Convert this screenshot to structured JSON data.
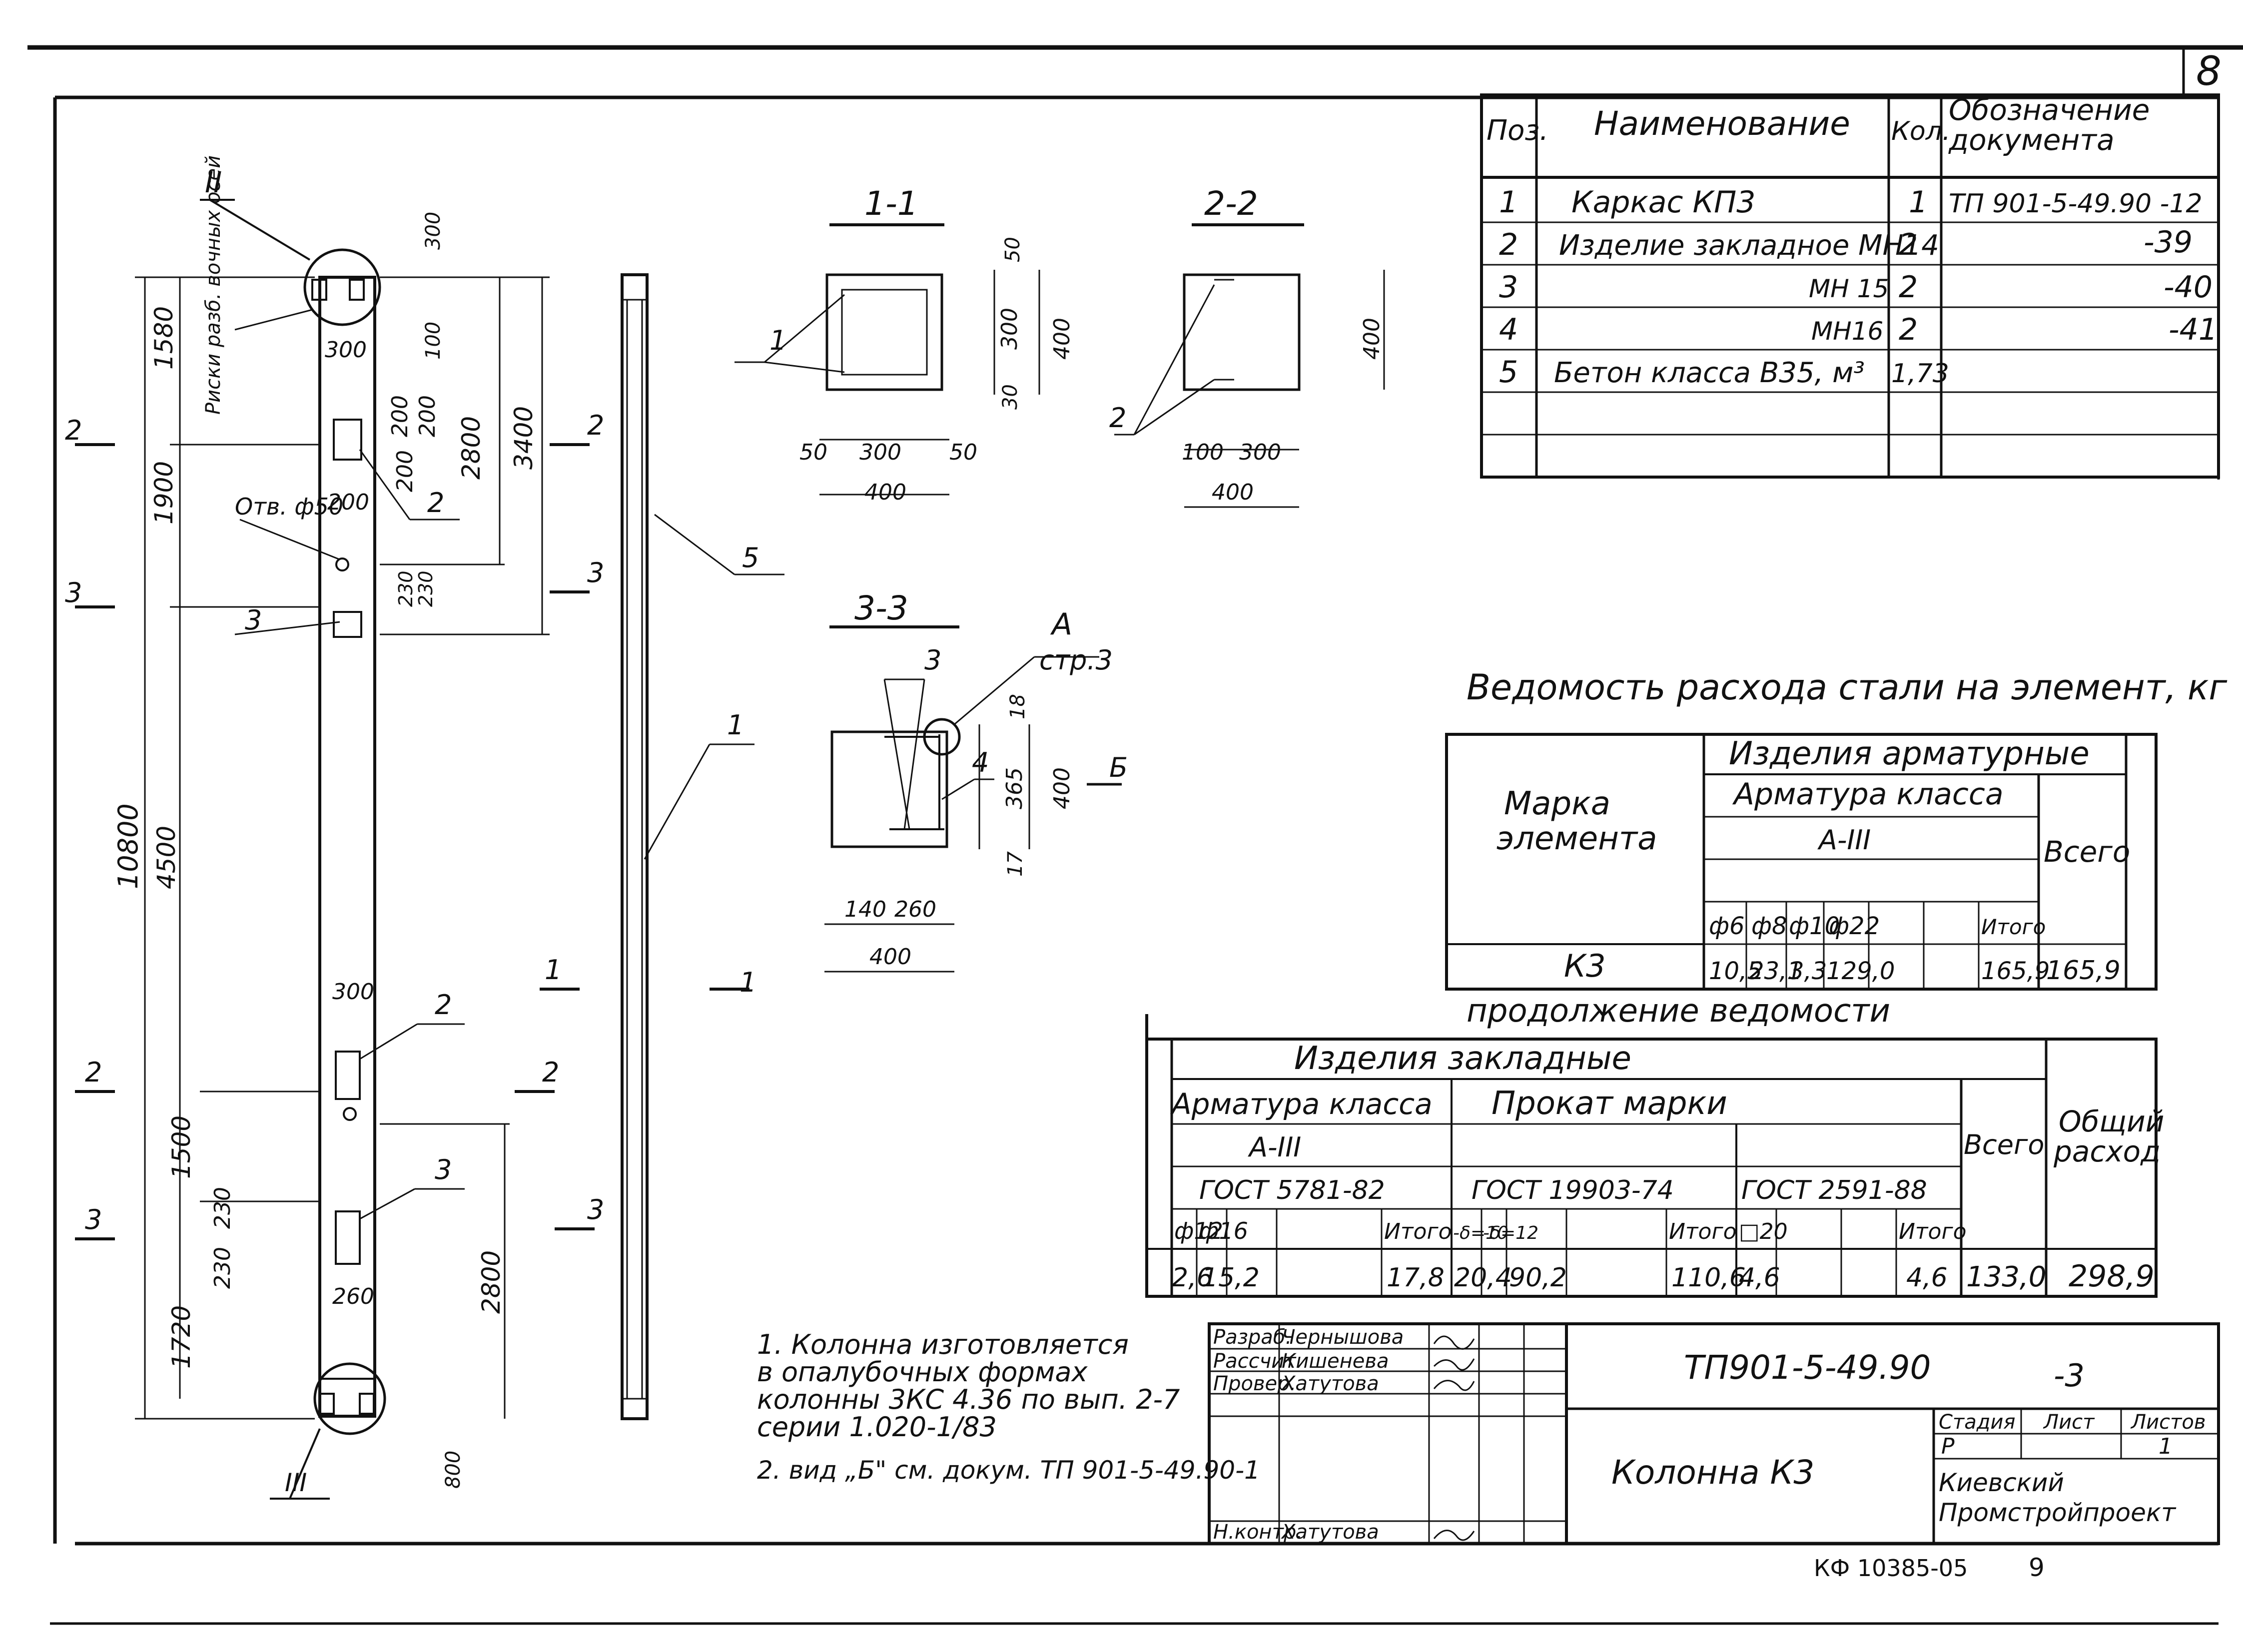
{
  "sheet_number": "8",
  "spec_table": {
    "headers": [
      "Поз.",
      "Наименование",
      "Кол.",
      "Обозначение",
      "документа"
    ],
    "rows": [
      {
        "pos": "1",
        "name": "Каркас  КП3",
        "qty": "1",
        "doc": "ТП 901-5-49.90  -12"
      },
      {
        "pos": "2",
        "name": "Изделие закладное МН14",
        "qty": "2",
        "doc": "-39"
      },
      {
        "pos": "3",
        "name": "МН 15",
        "qty": "2",
        "doc": "-40"
      },
      {
        "pos": "4",
        "name": "МН16",
        "qty": "2",
        "doc": "-41"
      },
      {
        "pos": "5",
        "name": "Бетон класса В35, м³",
        "qty": "1,73",
        "doc": ""
      }
    ]
  },
  "steel_table": {
    "title": "Ведомость  расхода  стали на элемент, кг",
    "header_mark": [
      "Марка",
      "элемента"
    ],
    "header_group": "Изделия  арматурные",
    "header_class": "Арматура  класса",
    "header_grade": "А-III",
    "header_total": "Всего",
    "cols": [
      "ф6",
      "ф8",
      "ф10",
      "ф22",
      "Итого"
    ],
    "row": {
      "mark": "К3",
      "values": [
        "10,5",
        "23,1",
        "3,3",
        "129,0",
        "165,9"
      ],
      "total": "165,9"
    }
  },
  "continuation_table": {
    "title": "продолжение  ведомости",
    "header_group": "Изделия        закладные",
    "header_class": "Арматура  класса",
    "header_grade": "А-III",
    "header_rolled": "Прокат    марки",
    "gost1": "ГОСТ 5781-82",
    "gost2": "ГОСТ 19903-74",
    "gost3": "ГОСТ 2591-88",
    "total": "Всего",
    "overall": [
      "Общий",
      "расход"
    ],
    "cols": [
      "ф12",
      "ф16",
      "",
      "",
      "Итого",
      "-δ=10",
      "-δ=12",
      "",
      "",
      "Итого",
      "□20",
      "",
      "",
      "",
      "Итого"
    ],
    "values": [
      "2,6",
      "15,2",
      "",
      "",
      "17,8",
      "20,4",
      "90,2",
      "",
      "",
      "110,6",
      "4,6",
      "",
      "",
      "",
      "4,6"
    ],
    "total_value": "133,0",
    "overall_value": "298,9"
  },
  "notes": [
    "1. Колонна  изготовляется",
    "в опалубочных  формах",
    "колонны 3КС 4.36  по вып. 2-7",
    "серии  1.020-1/83",
    "2. вид „Б\" см. докум. ТП 901-5-49.90-1"
  ],
  "title_block": {
    "code": "ТП901-5-49.90",
    "sheet_suffix": "-3",
    "name": "Колонна К3",
    "stage_label": "Стадия",
    "sheet_label": "Лист",
    "sheets_label": "Листов",
    "stage": "Р",
    "sheets": "1",
    "org": [
      "Киевский",
      "Промстройпроект"
    ],
    "roles": [
      {
        "role": "Разраб.",
        "person": "Чернышова"
      },
      {
        "role": "Рассчит.",
        "person": "Кишенева"
      },
      {
        "role": "Провер.",
        "person": "Хатутова"
      },
      {
        "role": "Н.контр.",
        "person": "Хатутова"
      }
    ],
    "stamp": "КФ 10385-05",
    "stamp_page": "9"
  },
  "drawing": {
    "sections": [
      "1-1",
      "2-2",
      "3-3"
    ],
    "mark_II": "II",
    "mark_III": "III",
    "dims_left": [
      "1580",
      "1900",
      "4500",
      "10800",
      "1500",
      "1720"
    ],
    "dims_inner": [
      "300",
      "200",
      "200",
      "200",
      "200",
      "230",
      "230",
      "230",
      "230",
      "260",
      "300",
      "100",
      "300",
      "800"
    ],
    "dims_mid": [
      "2800",
      "3400",
      "2800"
    ],
    "risks_label": "Риски разб. вочных осей",
    "hole_label": "Отв. ф50",
    "sec_labels": [
      "1",
      "2",
      "3",
      "4",
      "5"
    ],
    "sec11_dims": [
      "50",
      "300",
      "50",
      "400",
      "50",
      "300",
      "30",
      "400"
    ],
    "sec22_dims": [
      "100",
      "300",
      "400",
      "400"
    ],
    "sec33_dims": [
      "140",
      "260",
      "400",
      "18",
      "365",
      "17",
      "400"
    ],
    "callout_A": "А",
    "callout_page": "стр.3",
    "view_B": "Б",
    "cut_marks": [
      "2",
      "2",
      "3",
      "3",
      "1",
      "1",
      "2",
      "2",
      "3",
      "3"
    ]
  }
}
